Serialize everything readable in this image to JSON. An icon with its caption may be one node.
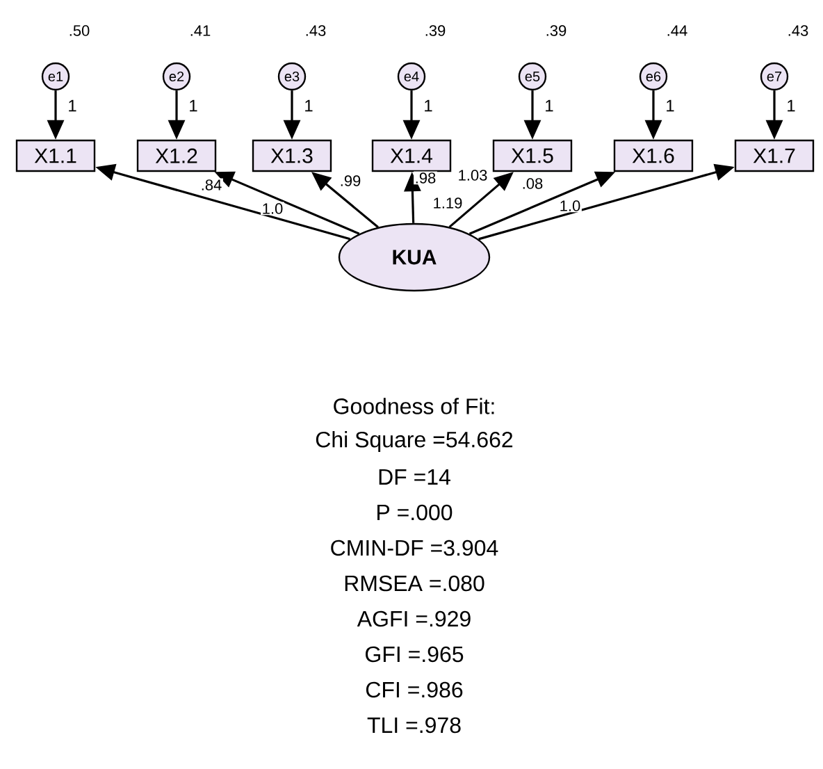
{
  "diagram": {
    "nodes": [
      {
        "text": [
          "e1"
        ],
        "beside": [
          ".50"
        ]
      },
      {
        "text": [
          "e2"
        ],
        "beside": [
          ".41"
        ]
      },
      {
        "text": [
          "e3"
        ],
        "beside": [
          ".43"
        ]
      },
      {
        "text": [
          "e4"
        ],
        "beside": [
          ".39"
        ]
      },
      {
        "text": [
          "e5"
        ],
        "beside": [
          ".39"
        ]
      },
      {
        "text": [
          "e6"
        ],
        "beside": [
          ".44"
        ]
      },
      {
        "text": [
          "e7"
        ],
        "beside": [
          ".43"
        ]
      },
      {
        "text": [
          "X1.1"
        ]
      },
      {
        "text": [
          "X1.2"
        ]
      },
      {
        "text": [
          "X1.3"
        ]
      },
      {
        "text": [
          "X1.4"
        ]
      },
      {
        "text": [
          "X1.5"
        ]
      },
      {
        "text": [
          "X1.6"
        ]
      },
      {
        "text": [
          "X1.7"
        ]
      },
      {
        "text": [
          "KUA"
        ]
      }
    ],
    "edges": [
      {
        "from": 0,
        "to": 7,
        "arrow": "to",
        "label": "1"
      },
      {
        "from": 1,
        "to": 8,
        "arrow": "to",
        "label": "1"
      },
      {
        "from": 2,
        "to": 9,
        "arrow": "to",
        "label": "1"
      },
      {
        "from": 3,
        "to": 10,
        "arrow": "to",
        "label": "1"
      },
      {
        "from": 4,
        "to": 11,
        "arrow": "to",
        "label": "1"
      },
      {
        "from": 5,
        "to": 12,
        "arrow": "to",
        "label": "1"
      },
      {
        "from": 6,
        "to": 13,
        "arrow": "to",
        "label": "1"
      },
      {
        "from": 14,
        "to": 7,
        "arrow": "to"
      },
      {
        "from": 14,
        "to": 8,
        "arrow": "to"
      },
      {
        "from": 14,
        "to": 9,
        "arrow": "to"
      },
      {
        "from": 14,
        "to": 10,
        "arrow": "to"
      },
      {
        "from": 14,
        "to": 11,
        "arrow": "to"
      },
      {
        "from": 14,
        "to": 12,
        "arrow": "to"
      },
      {
        "from": 14,
        "to": 13,
        "arrow": "to"
      }
    ],
    "labels": [
      ".84",
      "1.0",
      ".99",
      ".98",
      "1.19",
      "1.03",
      ".08",
      "1.0",
      "Goodness of Fit:",
      "Chi Square =54.662",
      "DF =14",
      "P =.000",
      "CMIN-DF =3.904",
      "RMSEA =.080",
      "AGFI =.929",
      "GFI =.965",
      "CFI =.986",
      "TLI =.978"
    ]
  }
}
